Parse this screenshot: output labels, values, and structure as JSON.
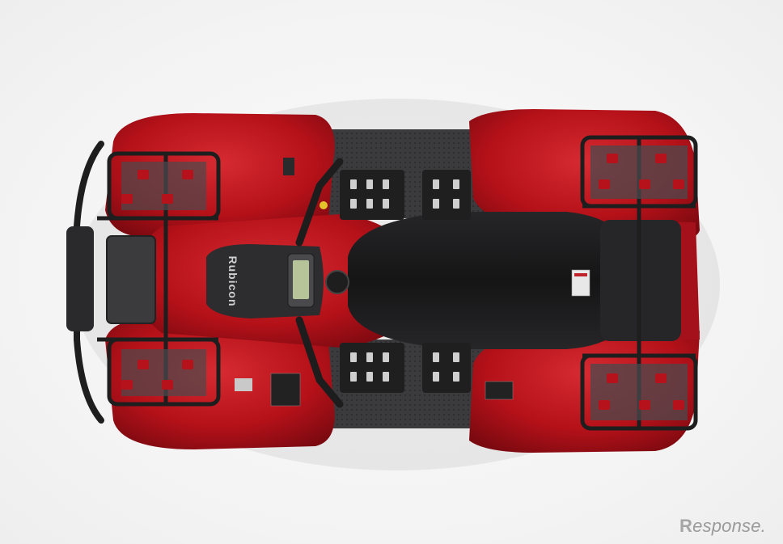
{
  "image": {
    "subject": "atv-top-view",
    "colors": {
      "body": "#c3151d",
      "body_dark": "#8e0b12",
      "body_highlight": "#e04048",
      "rack": "#2b2b2d",
      "seat": "#1b1b1c",
      "footwell": "#3a3a3c",
      "background": "#f4f4f4"
    }
  },
  "console": {
    "model_text": "Rubicon"
  },
  "watermark": {
    "brand_initial": "R",
    "brand_rest": "esponse."
  }
}
